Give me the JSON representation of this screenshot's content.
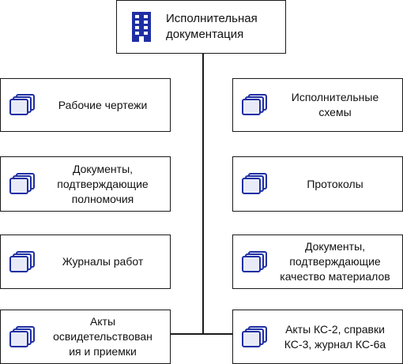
{
  "root": {
    "label": "Исполнительная\nдокументация",
    "icon": "building-icon"
  },
  "left_items": [
    {
      "label": "Рабочие чертежи",
      "icon": "documents-stack-icon"
    },
    {
      "label": "Документы,\nподтверждающие\nполномочия",
      "icon": "documents-stack-icon"
    },
    {
      "label": "Журналы работ",
      "icon": "documents-stack-icon"
    },
    {
      "label": "Акты\nосвидетельствован\nия и приемки",
      "icon": "documents-stack-icon"
    }
  ],
  "right_items": [
    {
      "label": "Исполнительные\nсхемы",
      "icon": "documents-stack-icon"
    },
    {
      "label": "Протоколы",
      "icon": "documents-stack-icon"
    },
    {
      "label": "Документы,\nподтверждающие\nкачество материалов",
      "icon": "documents-stack-icon"
    },
    {
      "label": "Акты КС-2, справки\nКС-3, журнал КС-6а",
      "icon": "documents-stack-icon"
    }
  ],
  "colors": {
    "icon_blue": "#1f2fa3",
    "icon_fill": "#e8ebf7",
    "line": "#1a1a1a"
  }
}
